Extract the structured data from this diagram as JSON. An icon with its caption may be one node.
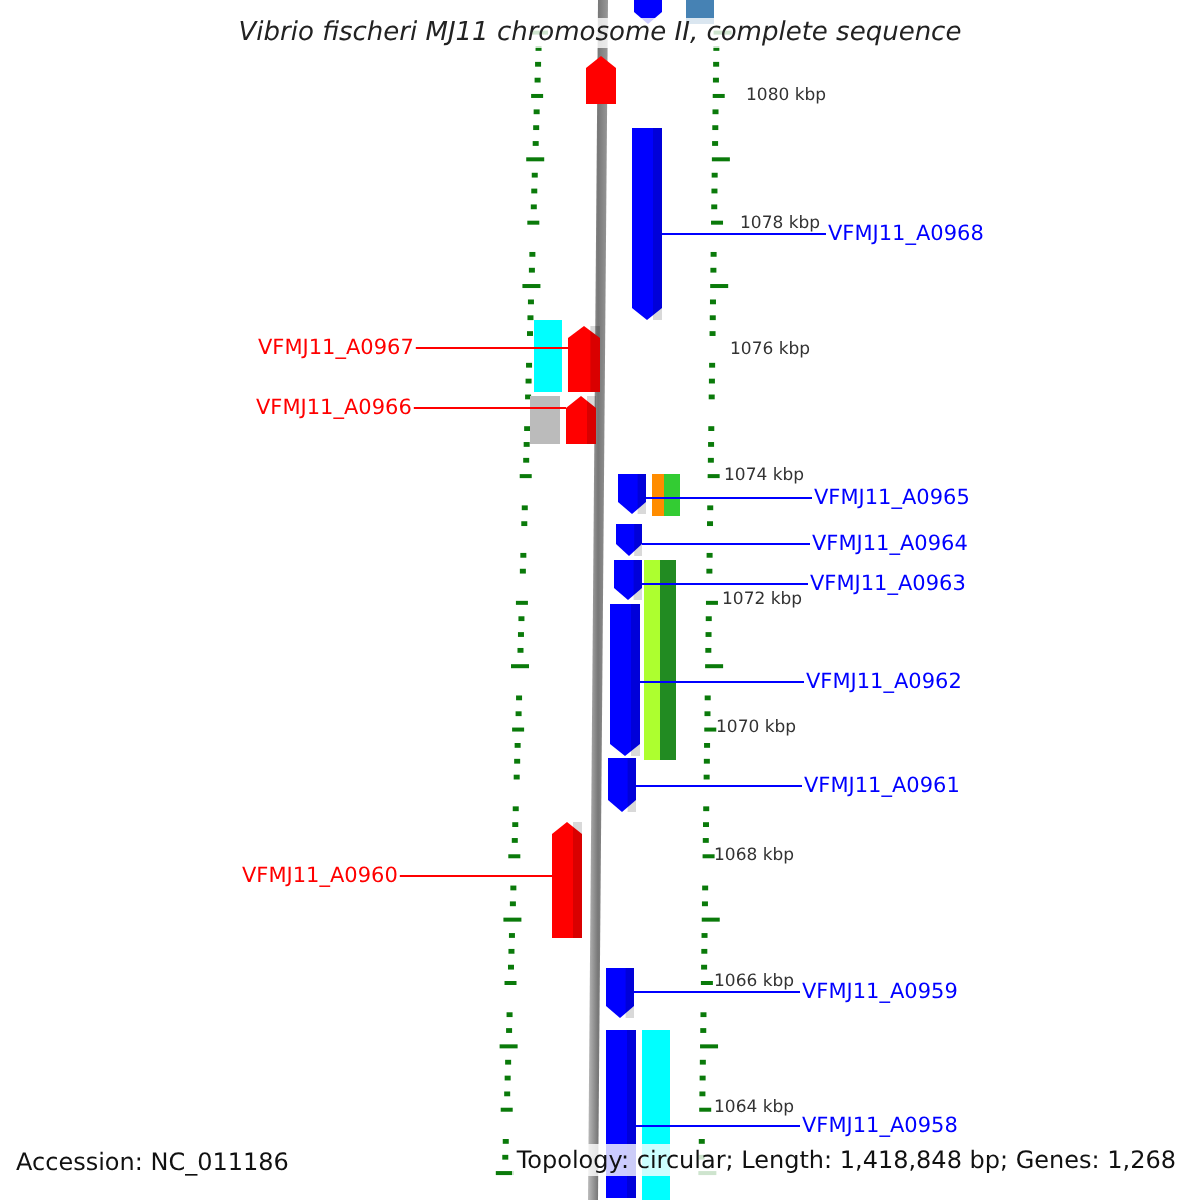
{
  "diagram": {
    "title": "Vibrio fischeri MJ11 chromosome II, complete sequence",
    "nodes": [
      {
        "text": [
          "VFMJ11_A0968"
        ]
      },
      {
        "text": [],
        "shape": "bar"
      },
      {
        "text": [
          "VFMJ11_A0967"
        ]
      },
      {
        "text": [],
        "shape": "bar"
      },
      {
        "text": [
          "VFMJ11_A0966"
        ]
      },
      {
        "text": [],
        "shape": "bar"
      },
      {
        "text": [
          "VFMJ11_A0965"
        ]
      },
      {
        "text": [],
        "shape": "bar"
      },
      {
        "text": [
          "VFMJ11_A0964"
        ]
      },
      {
        "text": [],
        "shape": "bar"
      },
      {
        "text": [
          "VFMJ11_A0963"
        ]
      },
      {
        "text": [],
        "shape": "bar"
      },
      {
        "text": [
          "VFMJ11_A0962"
        ]
      },
      {
        "text": [],
        "shape": "bar"
      },
      {
        "text": [
          "VFMJ11_A0961"
        ]
      },
      {
        "text": [],
        "shape": "bar"
      },
      {
        "text": [
          "VFMJ11_A0960"
        ]
      },
      {
        "text": [],
        "shape": "bar"
      },
      {
        "text": [
          "VFMJ11_A0959"
        ]
      },
      {
        "text": [],
        "shape": "bar"
      },
      {
        "text": [
          "VFMJ11_A0958"
        ]
      },
      {
        "text": [],
        "shape": "bar"
      }
    ],
    "edges": [
      {
        "from": 0,
        "to": 1,
        "arrow": "none"
      },
      {
        "from": 2,
        "to": 3,
        "arrow": "none",
        "color": "#ff0000"
      },
      {
        "from": 4,
        "to": 5,
        "arrow": "none",
        "color": "#ff0000"
      },
      {
        "from": 6,
        "to": 7,
        "arrow": "none"
      },
      {
        "from": 8,
        "to": 9,
        "arrow": "none"
      },
      {
        "from": 10,
        "to": 11,
        "arrow": "none"
      },
      {
        "from": 12,
        "to": 13,
        "arrow": "none"
      },
      {
        "from": 14,
        "to": 15,
        "arrow": "none"
      },
      {
        "from": 16,
        "to": 17,
        "arrow": "none",
        "color": "#ff0000"
      },
      {
        "from": 18,
        "to": 19,
        "arrow": "none"
      },
      {
        "from": 20,
        "to": 21,
        "arrow": "none"
      }
    ],
    "labels": [
      "1080 kbp",
      "1078 kbp",
      "1076 kbp",
      "1074 kbp",
      "1072 kbp",
      "1070 kbp",
      "1068 kbp",
      "1066 kbp",
      "1064 kbp",
      "Accession: NC_011186",
      "Topology: circular; Length: 1,418,848 bp; Genes: 1,268"
    ]
  }
}
